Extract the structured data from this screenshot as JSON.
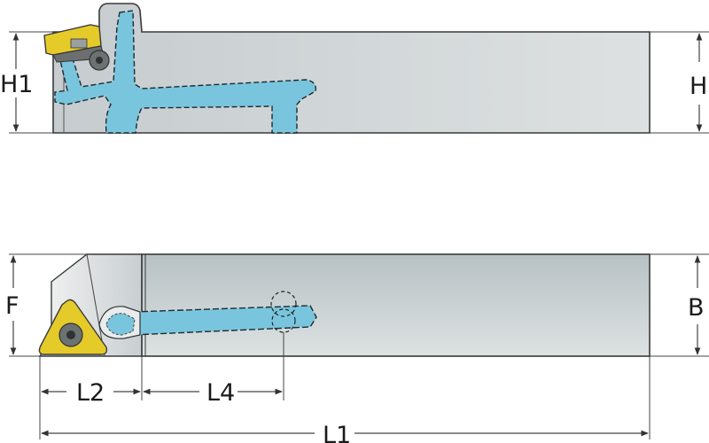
{
  "diagram": {
    "type": "threading-toolholder-technical-drawing",
    "views": [
      {
        "name": "side-view",
        "labels": {
          "left_height": "H1",
          "right_height": "H"
        }
      },
      {
        "name": "top-view",
        "labels": {
          "left_height": "F",
          "right_width": "B",
          "insert_length": "L2",
          "coolant_length": "L4",
          "overall_length": "L1"
        }
      }
    ],
    "dimensions": {
      "H1": "H1",
      "H": "H",
      "F": "F",
      "B": "B",
      "L2": "L2",
      "L4": "L4",
      "L1": "L1"
    },
    "colors": {
      "body_light": "#dcdfe0",
      "body_dark": "#b9c3c6",
      "coolant": "#79c5dd",
      "insert": "#e5cb2a",
      "outline": "#3a3a3a",
      "dim_line": "#444444"
    }
  }
}
